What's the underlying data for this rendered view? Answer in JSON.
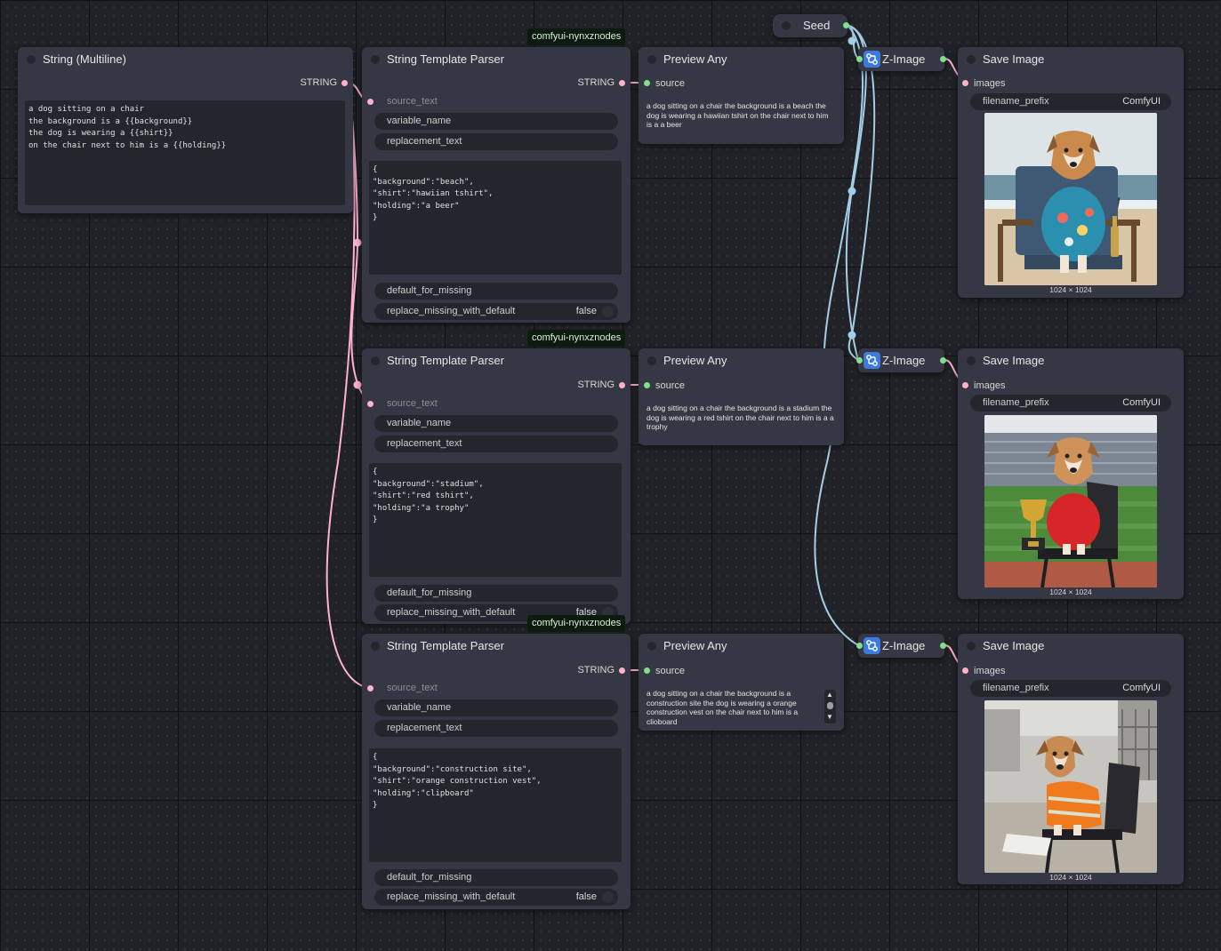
{
  "badge_text": "comfyui-nynxznodes",
  "seed_node": {
    "title": "Seed"
  },
  "string_multiline": {
    "title": "String (Multiline)",
    "output_label": "STRING",
    "text": "a dog sitting on a chair\nthe background is a {{background}}\nthe dog is wearing a {{shirt}}\non the chair next to him is a {{holding}}"
  },
  "parsers": [
    {
      "title": "String Template Parser",
      "output_label": "STRING",
      "input_source": "source_text",
      "widget_variable": "variable_name",
      "widget_replacement": "replacement_text",
      "json_text": "{\n\"background\":\"beach\",\n\"shirt\":\"hawiian tshirt\",\n\"holding\":\"a beer\"\n}",
      "widget_default": "default_for_missing",
      "widget_replace_missing": "replace_missing_with_default",
      "replace_missing_value": "false"
    },
    {
      "title": "String Template Parser",
      "output_label": "STRING",
      "input_source": "source_text",
      "widget_variable": "variable_name",
      "widget_replacement": "replacement_text",
      "json_text": "{\n\"background\":\"stadium\",\n\"shirt\":\"red tshirt\",\n\"holding\":\"a trophy\"\n}",
      "widget_default": "default_for_missing",
      "widget_replace_missing": "replace_missing_with_default",
      "replace_missing_value": "false"
    },
    {
      "title": "String Template Parser",
      "output_label": "STRING",
      "input_source": "source_text",
      "widget_variable": "variable_name",
      "widget_replacement": "replacement_text",
      "json_text": "{\n\"background\":\"construction site\",\n\"shirt\":\"orange construction vest\",\n\"holding\":\"clipboard\"\n}",
      "widget_default": "default_for_missing",
      "widget_replace_missing": "replace_missing_with_default",
      "replace_missing_value": "false"
    }
  ],
  "previews": [
    {
      "title": "Preview Any",
      "input_label": "source",
      "text": "a dog sitting on a chair the background is a beach the dog is wearing a hawiian tshirt on the chair next to him is a a beer"
    },
    {
      "title": "Preview Any",
      "input_label": "source",
      "text": "a dog sitting on a chair the background is a stadium the dog is wearing a red tshirt on the chair next to him is a a trophy"
    },
    {
      "title": "Preview Any",
      "input_label": "source",
      "text": "a dog sitting on a chair the background is a construction site the dog is wearing a orange construction vest on the chair next to him is a clioboard"
    }
  ],
  "zimage_nodes": [
    {
      "title": "Z-Image"
    },
    {
      "title": "Z-Image"
    },
    {
      "title": "Z-Image"
    }
  ],
  "save_nodes": [
    {
      "title": "Save Image",
      "input_label": "images",
      "prefix_label": "filename_prefix",
      "prefix_value": "ComfyUI",
      "caption": "1024 × 1024",
      "scene": "beach"
    },
    {
      "title": "Save Image",
      "input_label": "images",
      "prefix_label": "filename_prefix",
      "prefix_value": "ComfyUI",
      "caption": "1024 × 1024",
      "scene": "stadium"
    },
    {
      "title": "Save Image",
      "input_label": "images",
      "prefix_label": "filename_prefix",
      "prefix_value": "ComfyUI",
      "caption": "1024 × 1024",
      "scene": "construction"
    }
  ],
  "colors": {
    "canvas": "#202227",
    "node_body": "#353744",
    "string_wire": "#ffb2ce",
    "seed_wire": "#a3cfe6",
    "socket_green": "#7fe089",
    "zimage_icon": "#3c7bdc"
  }
}
